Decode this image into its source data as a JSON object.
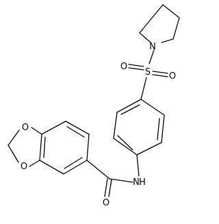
{
  "molecule": {
    "atoms": {
      "n_pyrrolidine": "N",
      "s_sulfonyl": "S",
      "o_sulfonyl_left": "O",
      "o_sulfonyl_right": "O",
      "n_amide": "N",
      "h_amide": "H",
      "o_carbonyl": "O",
      "o_dioxole_top": "O",
      "o_dioxole_bottom": "O"
    }
  }
}
